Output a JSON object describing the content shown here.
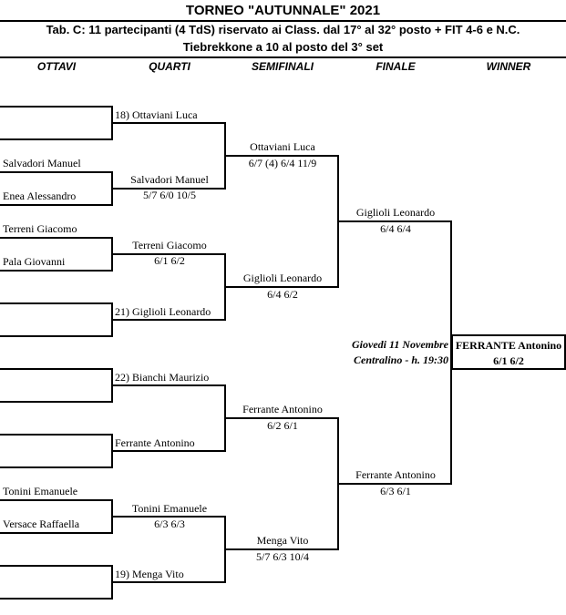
{
  "header": {
    "title": "TORNEO  \"AUTUNNALE\"  2021",
    "subtitle": "Tab. C: 11 partecipanti (4 TdS) riservato ai Class. dal 17° al 32° posto + FIT 4-6 e N.C.",
    "note": "Tiebrekkone a 10 al posto del 3° set"
  },
  "columns": [
    "OTTAVI",
    "QUARTI",
    "SEMIFINALI",
    "FINALE",
    "WINNER"
  ],
  "ottavi": [
    "Salvadori Manuel",
    "Enea Alessandro",
    "Terreni Giacomo",
    "Pala Giovanni",
    "Tonini Emanuele",
    "Versace Raffaella"
  ],
  "quarti": [
    {
      "name": "18) Ottaviani Luca",
      "score": ""
    },
    {
      "name": "Salvadori Manuel",
      "score": "5/7  6/0  10/5"
    },
    {
      "name": "Terreni Giacomo",
      "score": "6/1  6/2"
    },
    {
      "name": "21) Giglioli Leonardo",
      "score": ""
    },
    {
      "name": "22) Bianchi Maurizio",
      "score": ""
    },
    {
      "name": "Ferrante Antonino",
      "score": ""
    },
    {
      "name": "Tonini Emanuele",
      "score": "6/3  6/3"
    },
    {
      "name": "19) Menga Vito",
      "score": ""
    }
  ],
  "semi": [
    {
      "name": "Ottaviani Luca",
      "score": "6/7 (4)  6/4  11/9"
    },
    {
      "name": "Giglioli Leonardo",
      "score": "6/4  6/2"
    },
    {
      "name": "Ferrante Antonino",
      "score": "6/2  6/1"
    },
    {
      "name": "Menga Vito",
      "score": "5/7  6/3  10/4"
    }
  ],
  "finale": [
    {
      "name": "Giglioli Leonardo",
      "score": "6/4  6/4"
    },
    {
      "name": "Ferrante Antonino",
      "score": "6/3  6/1"
    }
  ],
  "final_info": {
    "date": "Giovedi 11 Novembre",
    "place": "Centralino - h. 19:30"
  },
  "winner": {
    "name": "FERRANTE  Antonino",
    "score": "6/1  6/2"
  }
}
